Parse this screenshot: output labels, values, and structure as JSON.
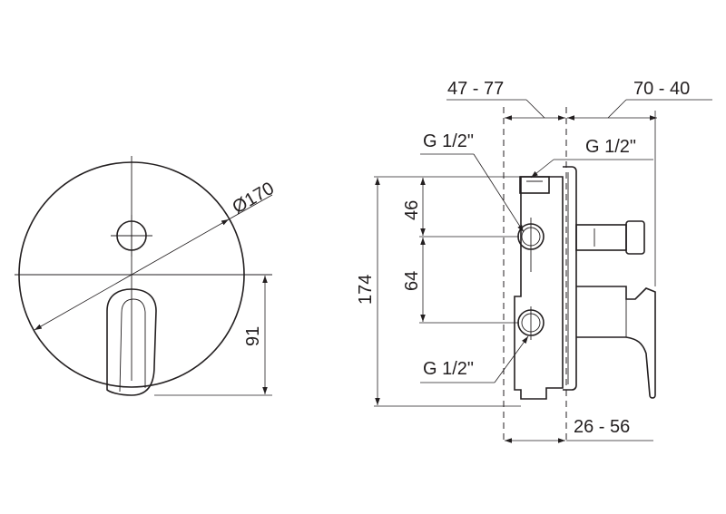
{
  "front_view": {
    "diameter_label": "Ø170",
    "height_label": "91"
  },
  "side_view": {
    "top_depth_left_label": "47 - 77",
    "top_depth_right_label": "70 - 40",
    "bottom_depth_label": "26 - 56",
    "total_height_label": "174",
    "upper_spacing_label": "46",
    "lower_spacing_label": "64",
    "thread_top_left_label": "G 1/2\"",
    "thread_top_right_label": "G 1/2\"",
    "thread_bottom_label": "G 1/2\""
  }
}
